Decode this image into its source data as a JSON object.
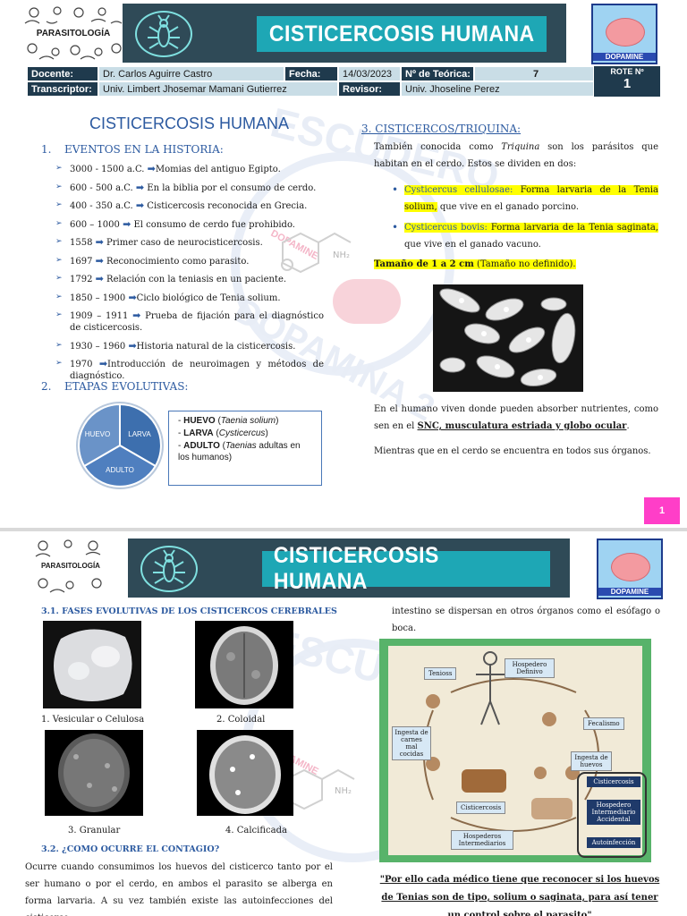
{
  "header": {
    "logo_text": "PARASITOLOGÍA",
    "banner_title": "CISTICERCOSIS HUMANA",
    "dopamine_label": "DOPAMINE"
  },
  "info": {
    "docente_label": "Docente:",
    "docente": "Dr. Carlos Aguirre Castro",
    "fecha_label": "Fecha:",
    "fecha": "14/03/2023",
    "teorica_label": "Nº de Teórica:",
    "teorica": "7",
    "transcriptor_label": "Transcriptor:",
    "transcriptor": "Univ. Limbert Jhosemar Mamani Gutierrez",
    "revisor_label": "Revisor:",
    "revisor": "Univ.  Jhoseline Perez",
    "rote_label": "ROTE Nº",
    "rote": "1"
  },
  "watermark": {
    "escudero": "ESCUDERO",
    "dopamina": "DOPAMINA 2",
    "dopamine": "DOPAMINE",
    "nh2": "NH₂"
  },
  "page1": {
    "title": "CISTICERCOSIS HUMANA",
    "s1_num": "1.",
    "s1_title": "EVENTOS EN LA HISTORIA:",
    "timeline": [
      {
        "date": "3000 - 1500 a.C.",
        "text": "Momias del antiguo Egipto."
      },
      {
        "date": "600 - 500 a.C.",
        "text": " En la biblia por el consumo de cerdo."
      },
      {
        "date": "400 - 350 a.C.",
        "text": " Cisticercosis reconocida en Grecia."
      },
      {
        "date": "600 – 1000",
        "text": " El consumo de cerdo fue prohibido."
      },
      {
        "date": "1558",
        "text": " Primer caso de neurocisticercosis."
      },
      {
        "date": "1697",
        "text": " Reconocimiento como parasito."
      },
      {
        "date": "1792",
        "text": " Relación con la teniasis en un paciente."
      },
      {
        "date": "1850 – 1900",
        "text": "Ciclo biológico de Tenia solium."
      },
      {
        "date": "1909 – 1911",
        "text": " Prueba de fijación para el diagnóstico de cisticercosis."
      },
      {
        "date": "1930 – 1960",
        "text": "Historia natural de la cisticercosis."
      },
      {
        "date": "1970",
        "text": "Introducción de neuroimagen y métodos de diagnóstico."
      }
    ],
    "s2_num": "2.",
    "s2_title": "ETAPAS EVOLUTIVAS:",
    "cycle": {
      "huevo": "HUEVO",
      "larva": "LARVA",
      "adulto": "ADULTO"
    },
    "stages": [
      {
        "label": "HUEVO",
        "sci": "Taenia solium"
      },
      {
        "label": "LARVA",
        "sci": "Cysticercus"
      },
      {
        "label": "ADULTO",
        "sci": "Taenias",
        "extra": " adultas en los humanos)"
      }
    ],
    "s3_title": "3. CISTICERCOS/TRIQUINA:",
    "s3_intro_a": "También conocida como ",
    "s3_intro_i": "Triquina",
    "s3_intro_b": " son los parásitos que habitan en el cerdo. Estos se dividen en dos:",
    "b1_name": "Cysticercus cellulosae:",
    "b1_text": " Forma larvaria de la Tenia solium,",
    "b1_tail": " que vive en el ganado porcino.",
    "b2_name": "Cysticercus bovis:",
    "b2_text": " Forma larvaria de la Tenia saginata,",
    "b2_tail": " que vive en el ganado vacuno.",
    "size_a": "Tamaño de 1 a 2 cm",
    "size_b": " (Tamaño no definido).",
    "human_a": "En el humano viven donde pueden absorber nutrientes, como sen en el ",
    "human_b": "SNC, musculatura estriada y globo ocular",
    "human_c": ".",
    "pig": "Mientras que en el cerdo se encuentra en todos sus órganos.",
    "page_number": "1"
  },
  "page2": {
    "s31_title": "3.1.    FASES EVOLUTIVAS DE LOS CISTICERCOS CEREBRALES",
    "captions": [
      "1. Vesicular o Celulosa",
      "2. Coloidal",
      "3.  Granular",
      "4. Calcificada"
    ],
    "s32_title": "3.2.    ¿COMO OCURRE EL CONTAGIO?",
    "contagio": "Ocurre cuando consumimos los huevos del cisticerco tanto por el ser humano o por el cerdo, en ambos el parasito se alberga en forma larvaria. A su vez también existe las autoinfecciones del cisticerco.",
    "right_top": "intestino se dispersan en otros órganos como el esófago o boca.",
    "diagram": {
      "tenias": "Tenioss",
      "hospedero_def": "Hospedero Definivo",
      "fecalismo": "Fecalismo",
      "ingesta_carnes": "Ingesta de carnes mal cocidas",
      "ingesta_huevos": "Ingesta de huevos",
      "cisticercosis_a": "Cisticercosis",
      "cisticercosis_b": "Cisticercosis",
      "hosp_int_acc": "Hospedero Intermediario Accidental",
      "hospederos_int": "Hospederos Intermediarios",
      "autoinfeccion": "Autoinfección"
    },
    "quote": "\"Por ello cada médico tiene que reconocer si los huevos de Tenias son de tipo, solium o saginata, para así tener un control sobre el parasito\""
  }
}
